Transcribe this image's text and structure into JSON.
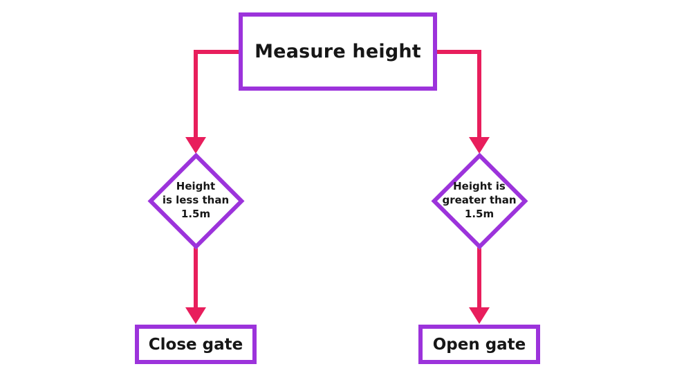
{
  "colors": {
    "purple": "#9c33db",
    "pink": "#e81e5c",
    "text": "#161616",
    "bg": "#ffffff"
  },
  "flowchart": {
    "type": "decision-flowchart",
    "start": {
      "label": "Measure height"
    },
    "branches": {
      "left": {
        "condition": "Height\nis less than\n1.5m",
        "action": "Close gate"
      },
      "right": {
        "condition": "Height is\ngreater than\n1.5m",
        "action": "Open gate"
      }
    }
  }
}
